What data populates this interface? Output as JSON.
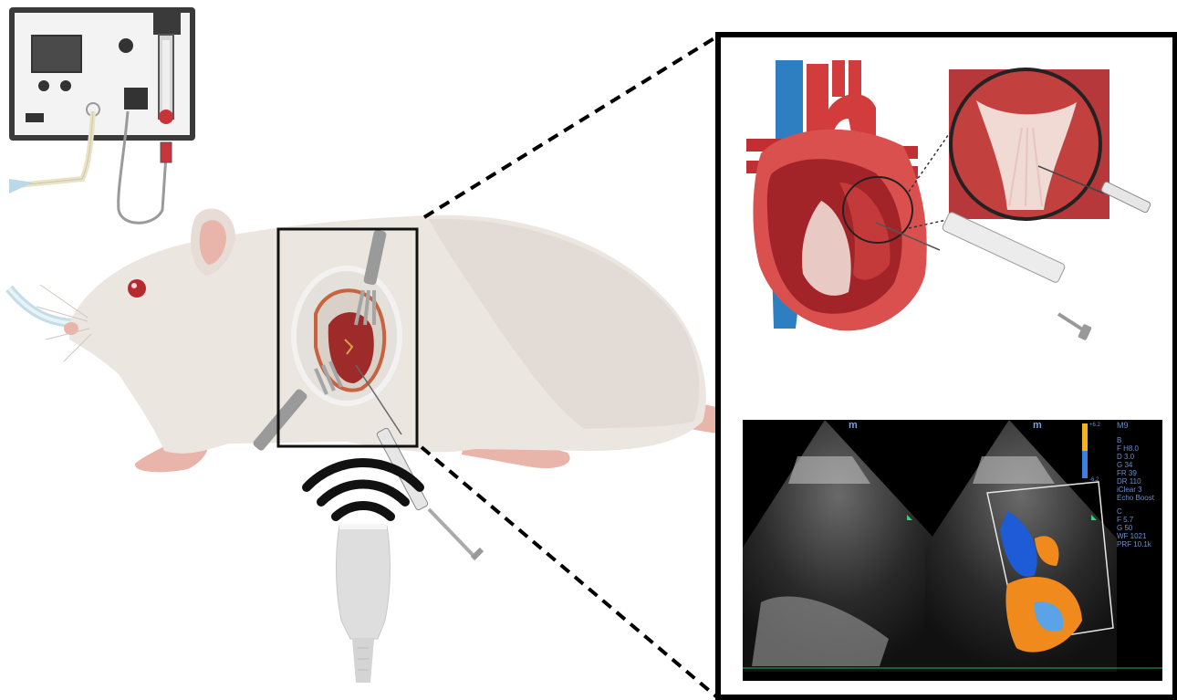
{
  "ultrasound": {
    "marker_left": "m",
    "marker_right": "m",
    "preset": "M9",
    "section_b": "B",
    "b_params": [
      "F H8.0",
      "D 3.0",
      "G 34",
      "FR 39",
      "DR 110",
      "iClear 3",
      "Echo Boost"
    ],
    "section_c": "C",
    "c_params": [
      "F 5.7",
      "G 50",
      "WF 1021",
      "PRF 10.1k"
    ],
    "scale_top": "+6.2",
    "scale_bottom": "-6.2"
  },
  "colors": {
    "frame": "#000000",
    "rat_body": "#ece6e1",
    "rat_shadow": "#d9d0ca",
    "rat_pink": "#e9b4a9",
    "heart_red": "#c93a3a",
    "heart_dark": "#8f1f24",
    "vessel_blue": "#2e7fc1",
    "device_grey": "#3b3b3b",
    "doppler_blue": "#1e5bd6",
    "doppler_orange": "#f08a1c"
  },
  "icons": [
    "anesthesia-machine-icon",
    "rat-icon",
    "syringe-icon",
    "ultrasound-probe-icon",
    "wireless-signal-icon",
    "heart-icon"
  ]
}
